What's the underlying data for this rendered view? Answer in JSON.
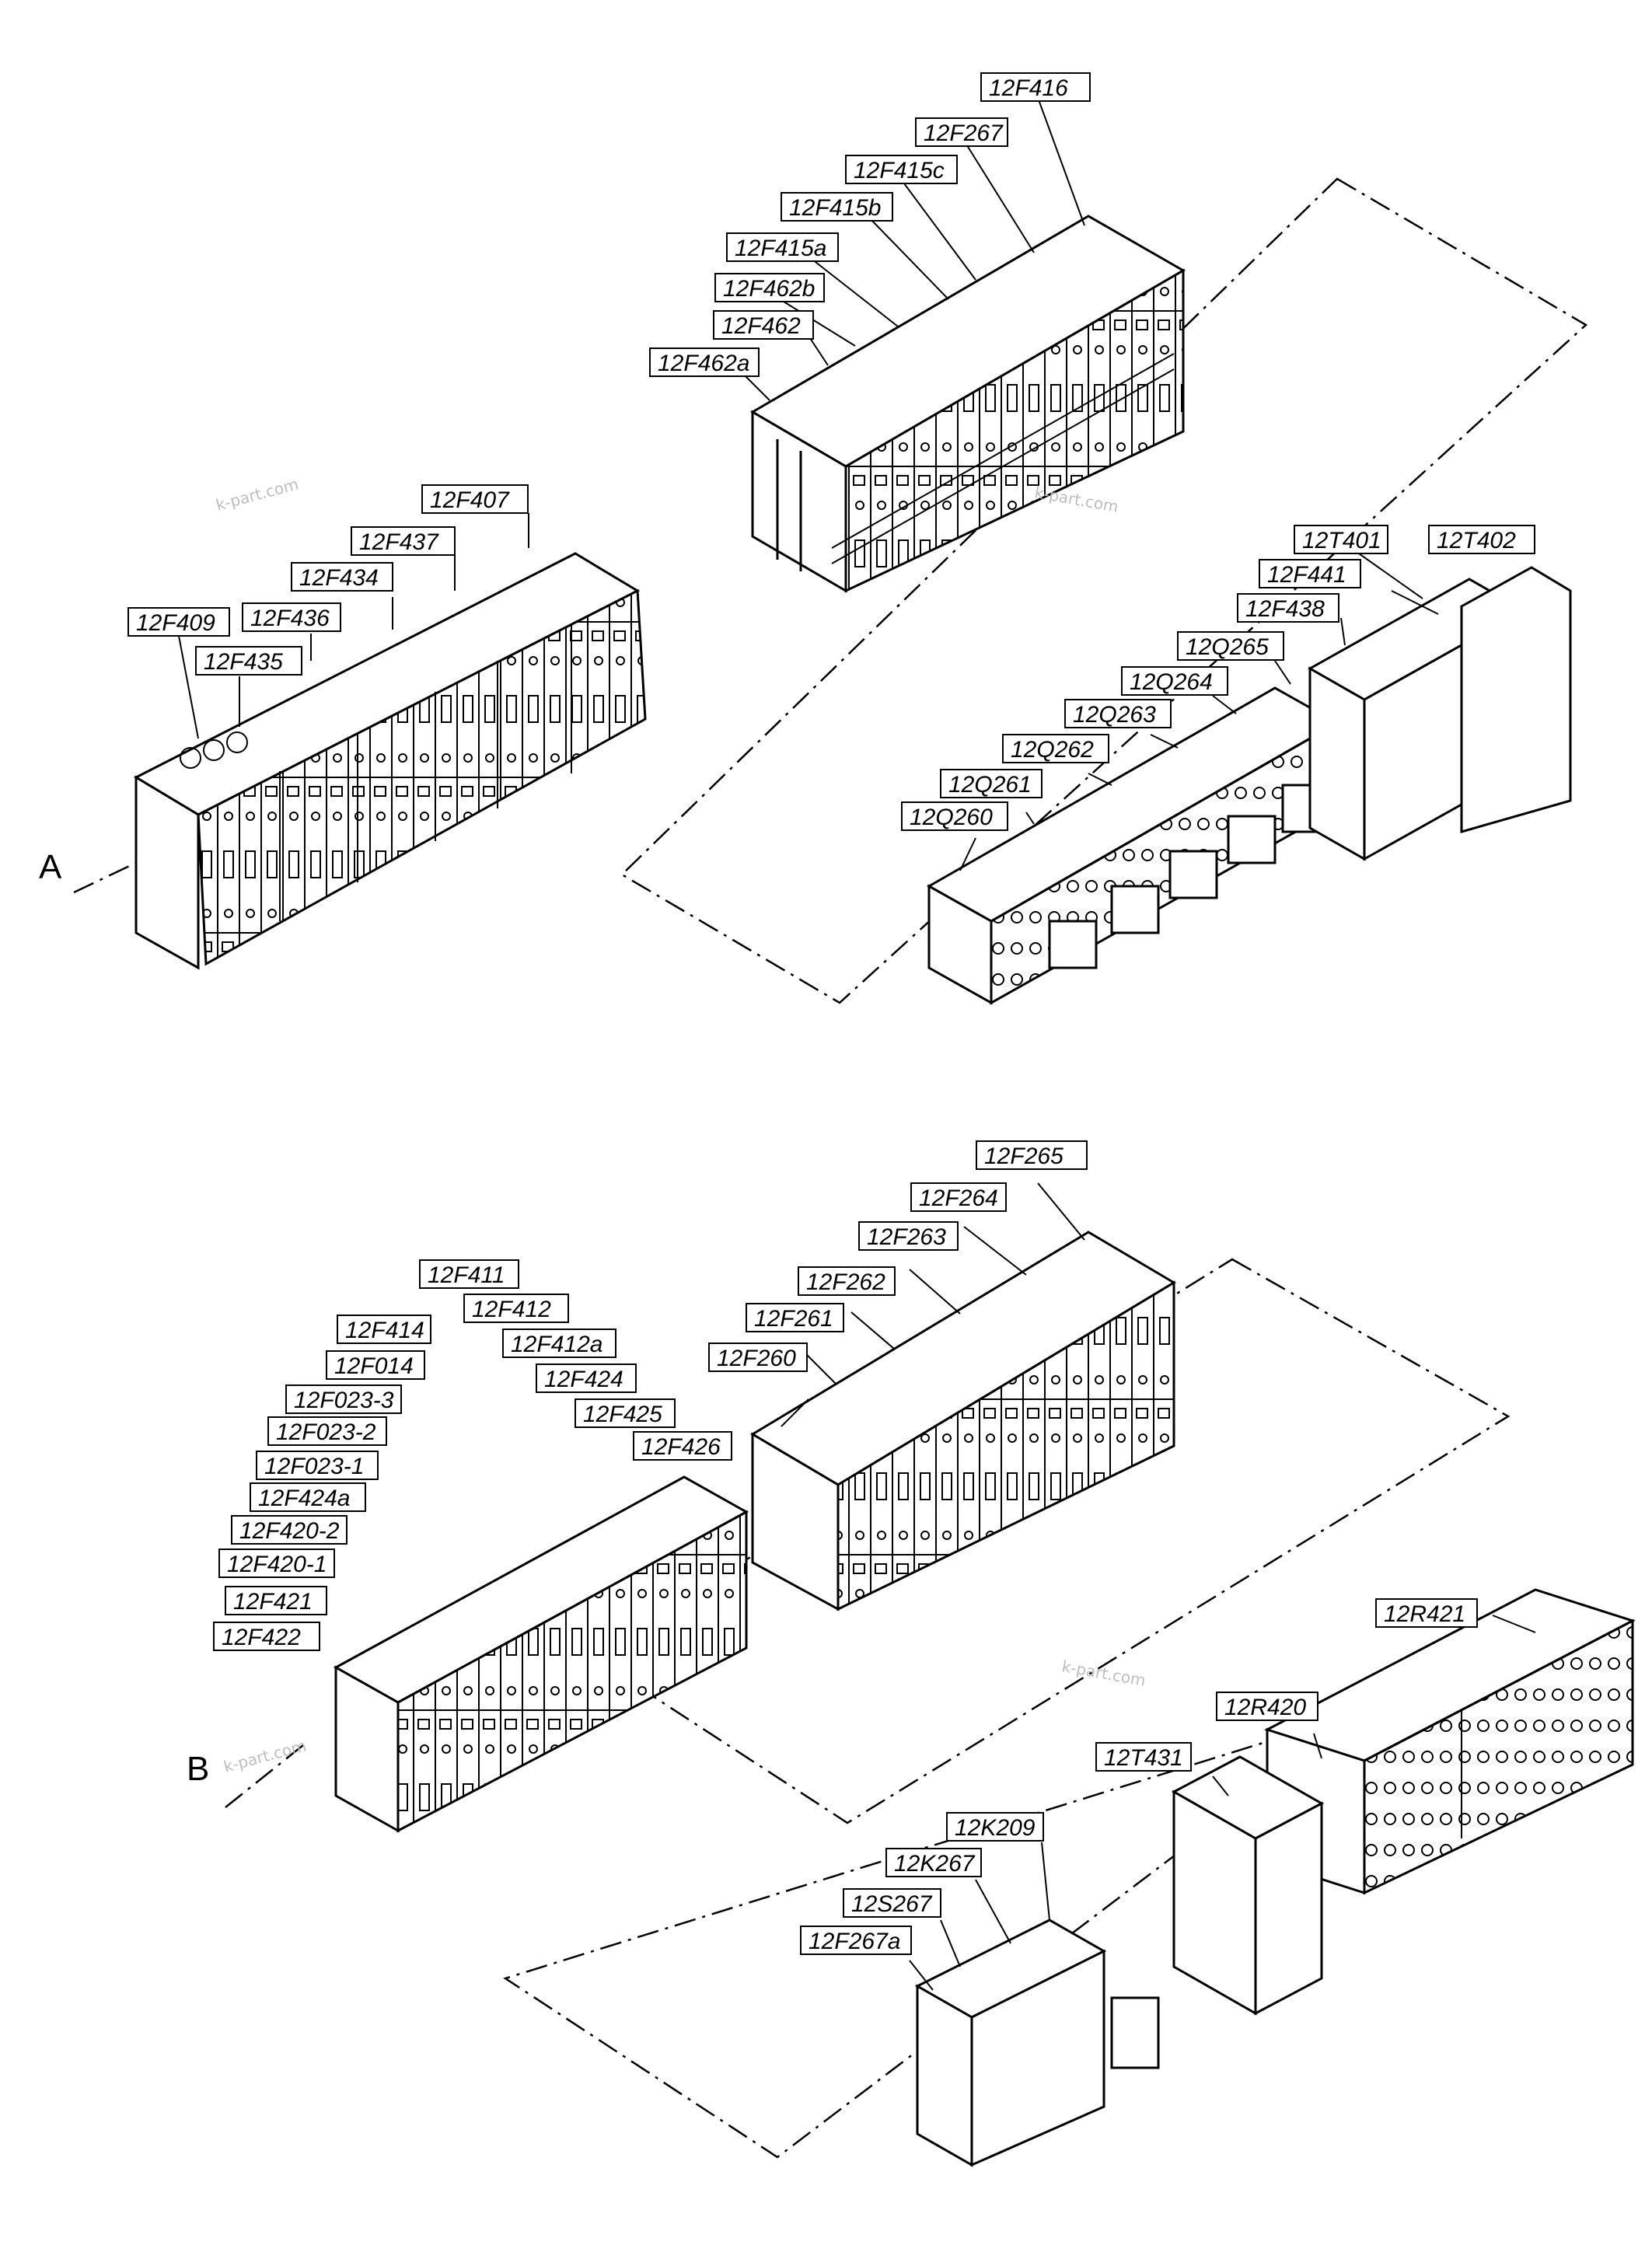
{
  "section_labels": [
    "A",
    "B"
  ],
  "watermark": "k-part.com",
  "labels": {
    "group_a_breakers": [
      "12F416",
      "12F267",
      "12F415c",
      "12F415b",
      "12F415a",
      "12F462b",
      "12F462",
      "12F462a"
    ],
    "group_a_left": [
      "12F407",
      "12F437",
      "12F434",
      "12F436",
      "12F409",
      "12F435"
    ],
    "group_a_transformers": [
      "12T401",
      "12T402",
      "12F441",
      "12F438"
    ],
    "group_a_contactors": [
      "12Q265",
      "12Q264",
      "12Q263",
      "12Q262",
      "12Q261",
      "12Q260"
    ],
    "group_b_breakers": [
      "12F265",
      "12F264",
      "12F263",
      "12F262",
      "12F261",
      "12F260"
    ],
    "group_b_left": [
      "12F411",
      "12F412",
      "12F414",
      "12F412a",
      "12F014",
      "12F424",
      "12F023-3",
      "12F425",
      "12F023-2",
      "12F426",
      "12F023-1",
      "12F424a",
      "12F420-2",
      "12F420-1",
      "12F421",
      "12F422"
    ],
    "group_b_relays": [
      "12R421",
      "12R420",
      "12T431"
    ],
    "group_b_bottom": [
      "12K209",
      "12K267",
      "12S267",
      "12F267a"
    ]
  }
}
